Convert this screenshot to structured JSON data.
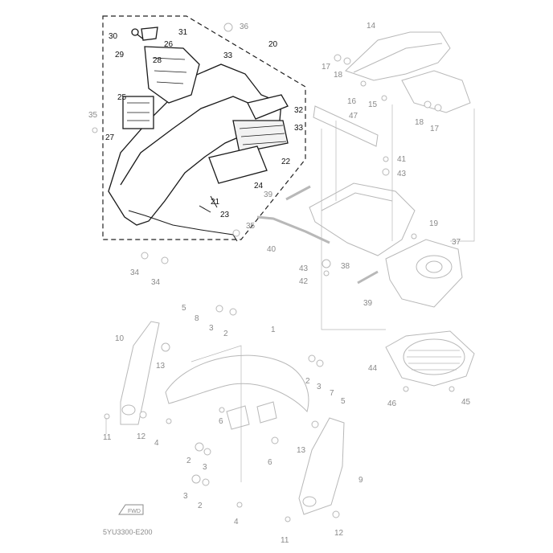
{
  "diagram": {
    "caption": "5YU3300-E200",
    "fwd_label": "FWD",
    "colors": {
      "highlight": "#1a1a1a",
      "ghost": "#b8b8b8",
      "dashed_box": "#222222"
    },
    "callouts_highlight": [
      "30",
      "29",
      "31",
      "26",
      "28",
      "33",
      "20",
      "25",
      "27",
      "32",
      "33",
      "22",
      "21",
      "24",
      "23"
    ],
    "callouts_ghost": [
      "36",
      "14",
      "17",
      "18",
      "16",
      "15",
      "18",
      "17",
      "35",
      "47",
      "41",
      "43",
      "39",
      "19",
      "40",
      "37",
      "35",
      "43",
      "42",
      "38",
      "39",
      "34",
      "34",
      "5",
      "8",
      "3",
      "2",
      "1",
      "10",
      "13",
      "2",
      "3",
      "7",
      "5",
      "44",
      "46",
      "45",
      "11",
      "12",
      "4",
      "6",
      "2",
      "3",
      "6",
      "13",
      "9",
      "3",
      "2",
      "4",
      "11",
      "12"
    ]
  }
}
